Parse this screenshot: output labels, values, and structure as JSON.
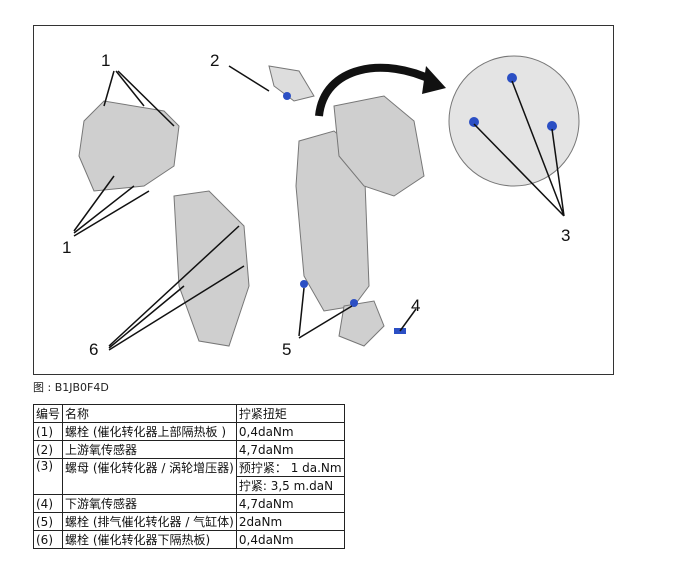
{
  "figure": {
    "callouts": [
      "1",
      "1",
      "2",
      "3",
      "4",
      "5",
      "6"
    ],
    "caption": "图 : B1JB0F4D"
  },
  "table": {
    "headers": [
      "编号",
      "名称",
      "拧紧扭矩"
    ],
    "rows": [
      {
        "no": "(1)",
        "name": "螺栓 (催化转化器上部隔热板 )",
        "torque": "0,4daNm"
      },
      {
        "no": "(2)",
        "name": "上游氧传感器",
        "torque": "4,7daNm"
      },
      {
        "no": "(3)",
        "name": "螺母 (催化转化器 / 涡轮增压器)",
        "torque": "预拧紧： 1 da.Nm",
        "torque2": "拧紧: 3,5 m.daN"
      },
      {
        "no": "(4)",
        "name": "下游氧传感器",
        "torque": "4,7daNm"
      },
      {
        "no": "(5)",
        "name": "螺栓 (排气催化转化器 / 气缸体)",
        "torque": "2daNm"
      },
      {
        "no": "(6)",
        "name": "螺栓 (催化转化器下隔热板)",
        "torque": "0,4daNm"
      }
    ]
  },
  "colors": {
    "fastener": "#2b4fc4",
    "part": "#c8c8c8"
  }
}
